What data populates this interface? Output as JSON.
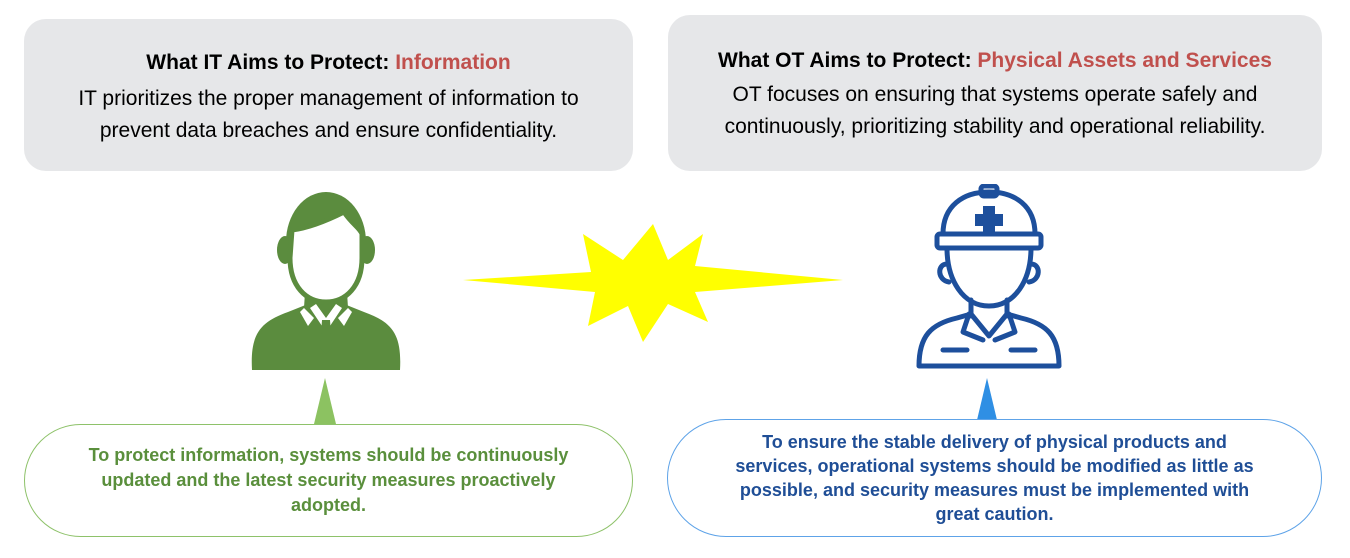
{
  "it_card": {
    "title_prefix": "What IT Aims to Protect: ",
    "title_accent": "Information",
    "body_line1": "IT prioritizes the proper management of information to",
    "body_line2": "prevent data breaches and ensure confidentiality."
  },
  "ot_card": {
    "title_prefix": "What OT Aims to Protect: ",
    "title_accent": "Physical Assets and Services",
    "body_line1": "OT focuses on ensuring that systems operate safely and",
    "body_line2": "continuously, prioritizing stability and operational reliability."
  },
  "it_bubble": {
    "line1": "To protect information, systems should be continuously",
    "line2": "updated and the latest security measures proactively",
    "line3": "adopted."
  },
  "ot_bubble": {
    "line1": "To ensure the stable delivery of physical products and",
    "line2": "services, operational systems should be modified as little as",
    "line3": "possible, and security measures must be implemented with",
    "line4": "great caution."
  },
  "icons": {
    "it_person": "businessman-icon",
    "ot_person": "worker-hardhat-icon",
    "conflict": "collision-burst-icon"
  },
  "colors": {
    "card_bg": "#e6e7e9",
    "accent_red": "#c0504d",
    "it_green": "#5a8f3c",
    "it_figure": "#5b8c3e",
    "ot_blue": "#1f4e96",
    "ot_figure": "#1d4f9c",
    "burst_yellow": "#ffff00"
  }
}
